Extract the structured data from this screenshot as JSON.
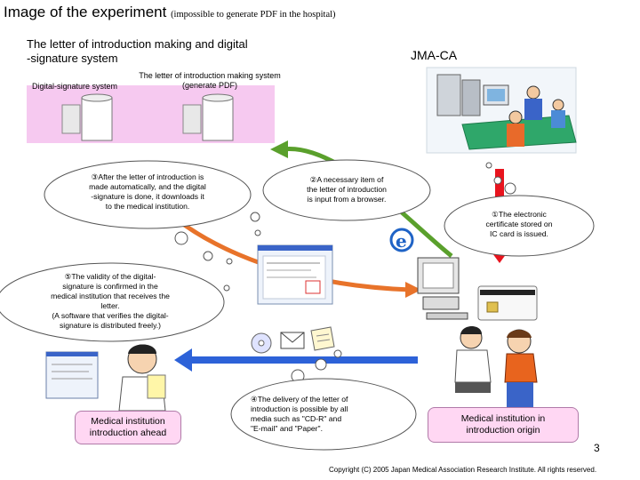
{
  "title": {
    "main": "Image of the experiment",
    "sub": "(impossible to generate PDF in the hospital)"
  },
  "subtitle": {
    "line1": "The letter of introduction making and digital",
    "line2": "-signature system"
  },
  "jma_ca": "JMA-CA",
  "servers": {
    "digital_signature_label": "Digital-signature system",
    "letter_system_line1": "The letter of introduction making system",
    "letter_system_line2": "(generate PDF)"
  },
  "steps": {
    "s1": {
      "lines": [
        "①The electronic",
        "certificate stored on",
        "IC card is issued."
      ]
    },
    "s2": {
      "lines": [
        "②A necessary item of",
        "the letter of introduction",
        "is input from a browser."
      ]
    },
    "s3": {
      "lines": [
        "③After the letter of introduction is",
        "made automatically, and the digital",
        "-signature is done, it downloads it",
        "to the medical institution."
      ]
    },
    "s4": {
      "lines": [
        "④The delivery of the letter of",
        "introduction is possible by all",
        "media such as \"CD-R\" and",
        "\"E-mail\" and \"Paper\"."
      ]
    },
    "s5": {
      "lines": [
        "⑤The validity of the digital-",
        "signature is confirmed in the",
        "medical institution that receives the",
        "letter.",
        "(A software that verifies the digital-",
        "signature is distributed freely.)"
      ]
    }
  },
  "boxes": {
    "ahead": {
      "line1": "Medical institution",
      "line2": "introduction ahead"
    },
    "origin": {
      "line1": "Medical institution in",
      "line2": "introduction origin"
    }
  },
  "page_number": "3",
  "copyright": "Copyright (C) 2005 Japan Medical Association Research Institute. All rights reserved.",
  "colors": {
    "server_panel": "#f6c9f0",
    "arrow_red": "#e8141e",
    "arrow_green": "#5aa02c",
    "arrow_blue": "#2d62d8",
    "arrow_orange": "#e8732a",
    "box_fill": "#ffd7f3"
  }
}
